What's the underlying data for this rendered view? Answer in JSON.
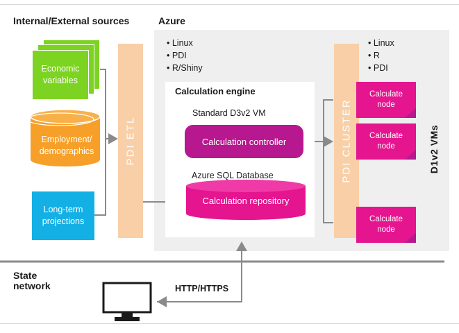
{
  "sections": {
    "sources_title": "Internal/External sources",
    "azure_title": "Azure",
    "state_network_line1": "State",
    "state_network_line2": "network"
  },
  "sources": {
    "economic": "Economic variables",
    "employment": "Employment/ demographics",
    "longterm": "Long-term projections"
  },
  "etl": {
    "label": "PDI ETL"
  },
  "azure": {
    "tools": [
      "Linux",
      "PDI",
      "R/Shiny"
    ]
  },
  "engine": {
    "title": "Calculation engine",
    "vm_label": "Standard D3v2 VM",
    "controller": "Calculation controller",
    "db_label": "Azure SQL Database",
    "repository": "Calculation repository"
  },
  "cluster": {
    "label": "PDI CLUSTER",
    "tools": [
      "Linux",
      "R",
      "PDI"
    ],
    "nodes": [
      "Calculate node",
      "Calculate node",
      "Calculate node"
    ],
    "vms_label": "D1v2 VMs"
  },
  "network": {
    "protocol": "HTTP/HTTPS",
    "client_icon": "monitor-icon"
  },
  "colors": {
    "green": "#7dd321",
    "orange": "#f6a02a",
    "blue": "#13b0e6",
    "peach": "#f9cfa8",
    "purple": "#b7188f",
    "magenta": "#e4158f",
    "azure_bg": "#efefef"
  }
}
